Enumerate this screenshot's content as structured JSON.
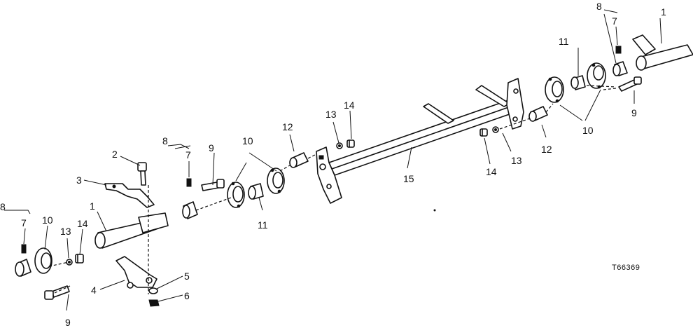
{
  "drawing_code": "T66369",
  "callouts": {
    "c1a": "1",
    "c1b": "1",
    "c2": "2",
    "c3": "3",
    "c4": "4",
    "c5": "5",
    "c6": "6",
    "c7a": "7",
    "c7b": "7",
    "c7c": "7",
    "c8a": "8",
    "c8b": "8",
    "c8c": "8",
    "c9a": "9",
    "c9b": "9",
    "c9c": "9",
    "c10a": "10",
    "c10b": "10",
    "c10c": "10",
    "c11a": "11",
    "c11b": "11",
    "c12a": "12",
    "c12b": "12",
    "c13a": "13",
    "c13b": "13",
    "c13c": "13",
    "c14a": "14",
    "c14b": "14",
    "c14c": "14",
    "c15": "15"
  }
}
